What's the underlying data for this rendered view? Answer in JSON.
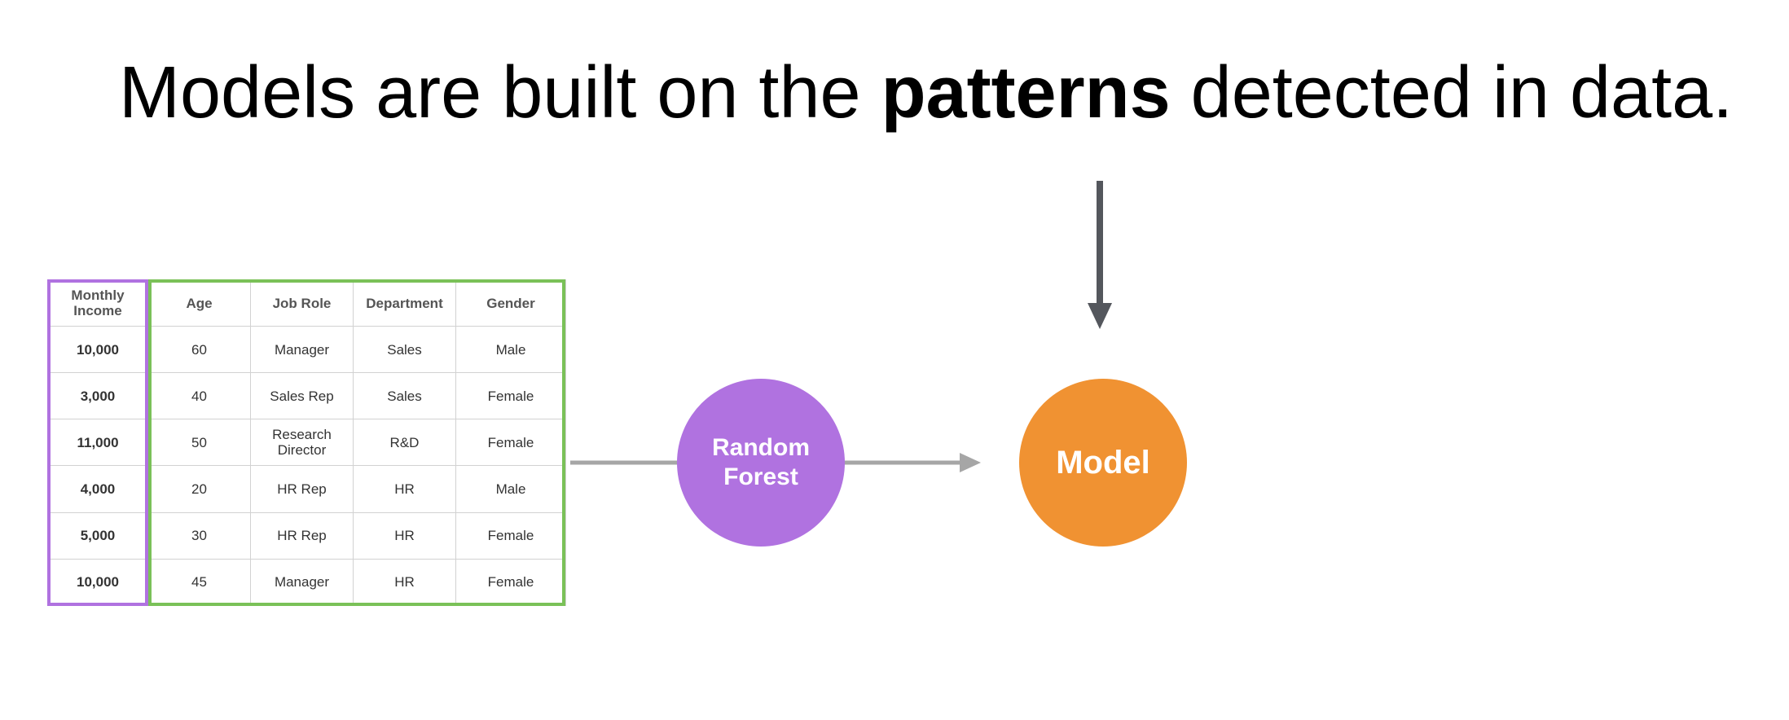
{
  "title": {
    "part1": "Models are built on the ",
    "bold": "patterns",
    "part2": " detected in data."
  },
  "table": {
    "headers": [
      "Monthly Income",
      "Age",
      "Job Role",
      "Department",
      "Gender"
    ],
    "rows": [
      [
        "10,000",
        "60",
        "Manager",
        "Sales",
        "Male"
      ],
      [
        "3,000",
        "40",
        "Sales Rep",
        "Sales",
        "Female"
      ],
      [
        "11,000",
        "50",
        "Research Director",
        "R&D",
        "Female"
      ],
      [
        "4,000",
        "20",
        "HR Rep",
        "HR",
        "Male"
      ],
      [
        "5,000",
        "30",
        "HR Rep",
        "HR",
        "Female"
      ],
      [
        "10,000",
        "45",
        "Manager",
        "HR",
        "Female"
      ]
    ]
  },
  "nodes": {
    "algorithm": "Random Forest",
    "output": "Model"
  },
  "colors": {
    "target_column": "#b072e0",
    "feature_columns": "#7ac158",
    "algorithm_node": "#b072e0",
    "model_node": "#f09232",
    "flow_arrow": "#a6a6a6",
    "down_arrow": "#54575d"
  }
}
